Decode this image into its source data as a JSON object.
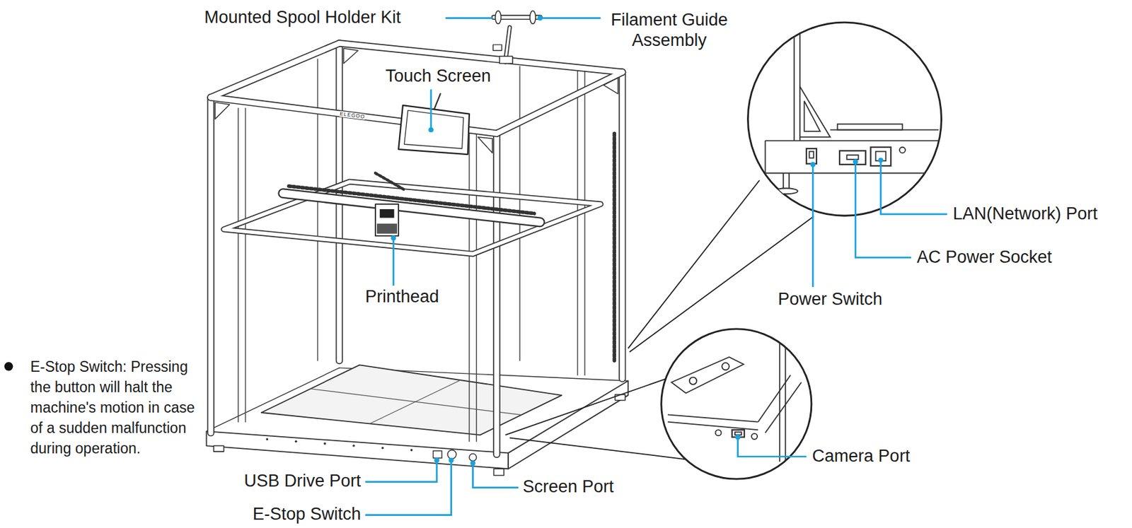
{
  "diagram": {
    "labels": [
      "Mounted Spool Holder Kit",
      "Filament Guide Assembly",
      "Touch Screen",
      "ELEGOO",
      "Printhead",
      "LAN(Network) Port",
      "AC Power Socket",
      "Power Switch",
      "Camera Port",
      "E-Stop Switch: Pressing the button will halt the machine's motion in case of a sudden malfunction during operation.",
      "USB Drive Port",
      "Screen Port",
      "E-Stop Switch"
    ]
  }
}
